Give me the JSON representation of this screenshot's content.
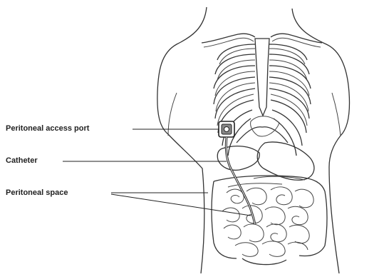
{
  "labels": {
    "port": "Peritoneal access port",
    "catheter": "Catheter",
    "space": "Peritoneal space"
  },
  "colors": {
    "line": "#333333",
    "background": "#ffffff"
  }
}
